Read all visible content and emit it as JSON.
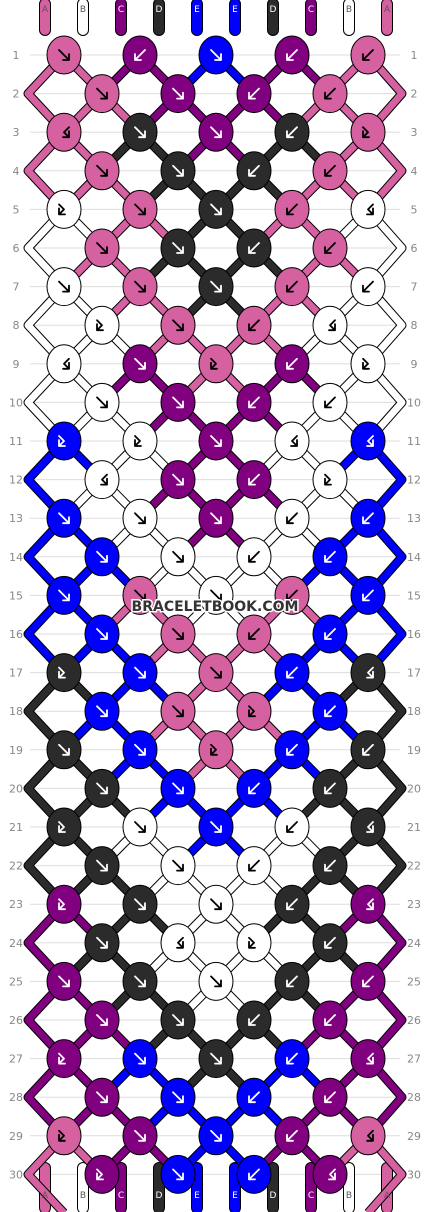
{
  "watermark": "BRACELETBOOK.COM",
  "strands": [
    "A",
    "B",
    "C",
    "D",
    "E",
    "E",
    "D",
    "C",
    "B",
    "A"
  ],
  "colors": {
    "A": "#d561a0",
    "B": "#ffffff",
    "C": "#800080",
    "D": "#2b2b2b",
    "E": "#0000ff"
  },
  "rows": [
    [
      "A",
      "C",
      "E",
      "C",
      "A"
    ],
    [
      "A",
      "C",
      "C",
      "A"
    ],
    [
      "A",
      "D",
      "C",
      "D",
      "A"
    ],
    [
      "A",
      "D",
      "D",
      "A"
    ],
    [
      "B",
      "A",
      "D",
      "A",
      "B"
    ],
    [
      "A",
      "D",
      "D",
      "A"
    ],
    [
      "B",
      "A",
      "D",
      "A",
      "B"
    ],
    [
      "B",
      "A",
      "A",
      "B"
    ],
    [
      "B",
      "C",
      "A",
      "C",
      "B"
    ],
    [
      "B",
      "C",
      "C",
      "B"
    ],
    [
      "E",
      "B",
      "C",
      "B",
      "E"
    ],
    [
      "B",
      "C",
      "C",
      "B"
    ],
    [
      "E",
      "B",
      "C",
      "B",
      "E"
    ],
    [
      "E",
      "B",
      "B",
      "E"
    ],
    [
      "E",
      "A",
      "B",
      "A",
      "E"
    ],
    [
      "E",
      "A",
      "A",
      "E"
    ],
    [
      "D",
      "E",
      "A",
      "E",
      "D"
    ],
    [
      "E",
      "A",
      "A",
      "E"
    ],
    [
      "D",
      "E",
      "A",
      "E",
      "D"
    ],
    [
      "D",
      "E",
      "E",
      "D"
    ],
    [
      "D",
      "B",
      "E",
      "B",
      "D"
    ],
    [
      "D",
      "B",
      "B",
      "D"
    ],
    [
      "C",
      "D",
      "B",
      "D",
      "C"
    ],
    [
      "D",
      "B",
      "B",
      "D"
    ],
    [
      "C",
      "D",
      "B",
      "D",
      "C"
    ],
    [
      "C",
      "D",
      "D",
      "C"
    ],
    [
      "C",
      "E",
      "D",
      "E",
      "C"
    ],
    [
      "C",
      "E",
      "E",
      "C"
    ],
    [
      "A",
      "C",
      "E",
      "C",
      "A"
    ],
    [
      "C",
      "E",
      "E",
      "C"
    ]
  ],
  "arrows": [
    [
      "fr",
      "fl",
      "fr",
      "fl",
      "fl"
    ],
    [
      "fr",
      "fr",
      "fl",
      "fl"
    ],
    [
      "bl",
      "fr",
      "fr",
      "fl",
      "br"
    ],
    [
      "fr",
      "fr",
      "fl",
      "fl"
    ],
    [
      "br",
      "fr",
      "fr",
      "fl",
      "bl"
    ],
    [
      "fr",
      "fr",
      "fl",
      "fl"
    ],
    [
      "fr",
      "fr",
      "fr",
      "fl",
      "fl"
    ],
    [
      "br",
      "fr",
      "fl",
      "bl"
    ],
    [
      "bl",
      "fr",
      "br",
      "fl",
      "br"
    ],
    [
      "fr",
      "fr",
      "fl",
      "fl"
    ],
    [
      "br",
      "br",
      "fr",
      "bl",
      "bl"
    ],
    [
      "bl",
      "fr",
      "fl",
      "br"
    ],
    [
      "fr",
      "fr",
      "fr",
      "fl",
      "fl"
    ],
    [
      "fr",
      "fr",
      "fl",
      "fl"
    ],
    [
      "fr",
      "fr",
      "fr",
      "fl",
      "fl"
    ],
    [
      "fr",
      "fr",
      "fl",
      "fl"
    ],
    [
      "br",
      "fr",
      "fr",
      "fl",
      "bl"
    ],
    [
      "fr",
      "fr",
      "br",
      "fl"
    ],
    [
      "fr",
      "fr",
      "br",
      "fl",
      "fl"
    ],
    [
      "fr",
      "fr",
      "fl",
      "fl"
    ],
    [
      "br",
      "fr",
      "fr",
      "fl",
      "bl"
    ],
    [
      "fr",
      "fr",
      "fl",
      "fl"
    ],
    [
      "br",
      "fr",
      "fr",
      "fl",
      "bl"
    ],
    [
      "fr",
      "bl",
      "br",
      "fl"
    ],
    [
      "fr",
      "fr",
      "fr",
      "fl",
      "fl"
    ],
    [
      "fr",
      "fr",
      "fl",
      "fl"
    ],
    [
      "br",
      "fr",
      "fr",
      "fl",
      "bl"
    ],
    [
      "fr",
      "fr",
      "fl",
      "fl"
    ],
    [
      "br",
      "fr",
      "fr",
      "fl",
      "bl"
    ],
    [
      "br",
      "fr",
      "fl",
      "bl"
    ]
  ]
}
